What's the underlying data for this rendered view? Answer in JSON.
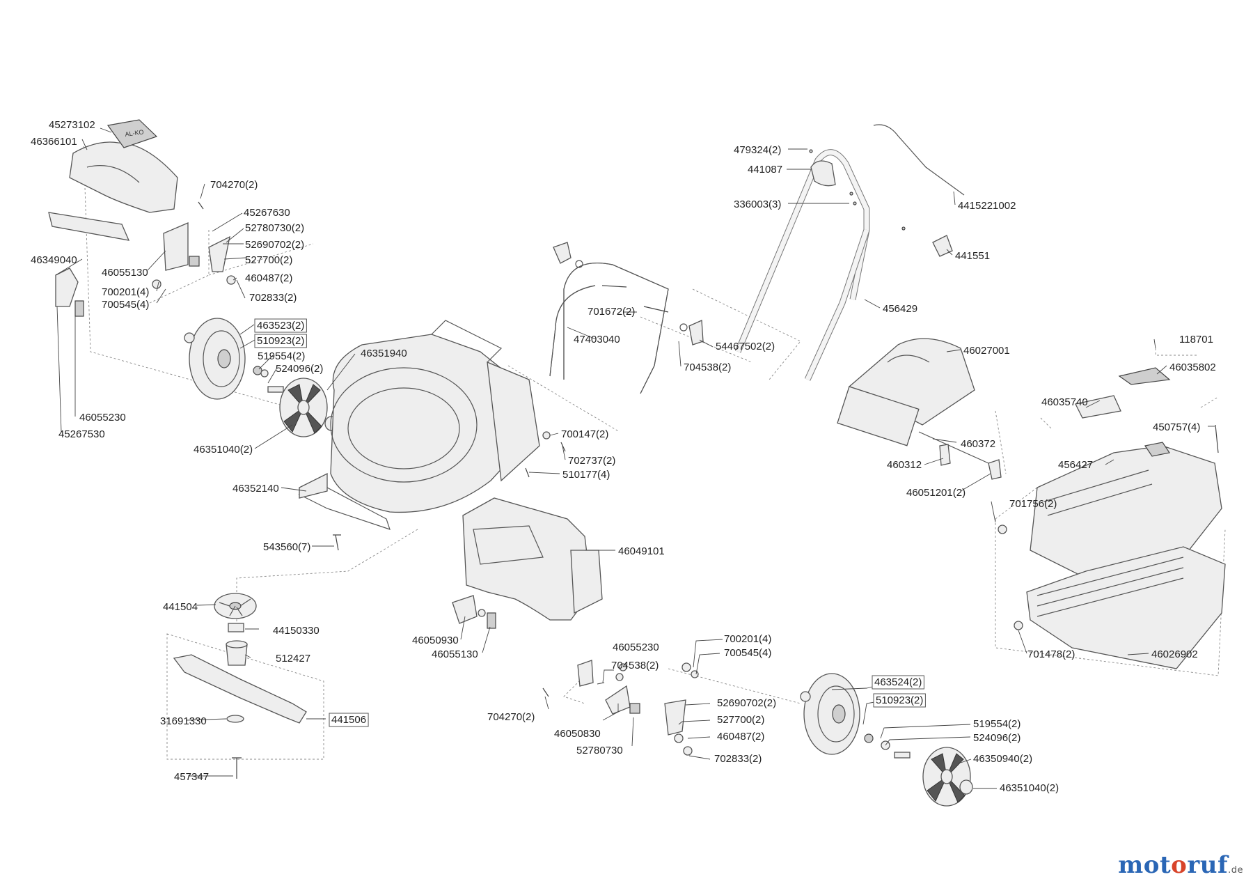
{
  "watermark": {
    "part1": "mot",
    "part2": "o",
    "part3": "ruf",
    "tld": ".de"
  },
  "parts": [
    {
      "id": "p01",
      "label": "45273102"
    },
    {
      "id": "p02",
      "label": "46366101"
    },
    {
      "id": "p03",
      "label": "704270(2)"
    },
    {
      "id": "p04",
      "label": "45267630"
    },
    {
      "id": "p05",
      "label": "52780730(2)"
    },
    {
      "id": "p06",
      "label": "52690702(2)"
    },
    {
      "id": "p07",
      "label": "527700(2)"
    },
    {
      "id": "p08",
      "label": "46349040"
    },
    {
      "id": "p09",
      "label": "46055130"
    },
    {
      "id": "p10",
      "label": "460487(2)"
    },
    {
      "id": "p11",
      "label": "700201(4)"
    },
    {
      "id": "p12",
      "label": "700545(4)"
    },
    {
      "id": "p13",
      "label": "702833(2)"
    },
    {
      "id": "p14",
      "label": "463523(2)",
      "boxed": true
    },
    {
      "id": "p15",
      "label": "510923(2)",
      "boxed": true
    },
    {
      "id": "p16",
      "label": "519554(2)"
    },
    {
      "id": "p17",
      "label": "524096(2)"
    },
    {
      "id": "p18",
      "label": "46351940"
    },
    {
      "id": "p19",
      "label": "46055230"
    },
    {
      "id": "p20",
      "label": "45267530"
    },
    {
      "id": "p21",
      "label": "46351040(2)"
    },
    {
      "id": "p22",
      "label": "46352140"
    },
    {
      "id": "p23",
      "label": "543560(7)"
    },
    {
      "id": "p24",
      "label": "441504"
    },
    {
      "id": "p25",
      "label": "44150330"
    },
    {
      "id": "p26",
      "label": "512427"
    },
    {
      "id": "p27",
      "label": "31691330"
    },
    {
      "id": "p28",
      "label": "441506",
      "boxed": true
    },
    {
      "id": "p29",
      "label": "457347"
    },
    {
      "id": "p30",
      "label": "701672(2)"
    },
    {
      "id": "p31",
      "label": "47403040"
    },
    {
      "id": "p32",
      "label": "54467502(2)"
    },
    {
      "id": "p33",
      "label": "704538(2)"
    },
    {
      "id": "p34",
      "label": "700147(2)"
    },
    {
      "id": "p35",
      "label": "702737(2)"
    },
    {
      "id": "p36",
      "label": "510177(4)"
    },
    {
      "id": "p37",
      "label": "46049101"
    },
    {
      "id": "p38",
      "label": "46050930"
    },
    {
      "id": "p39",
      "label": "46055130"
    },
    {
      "id": "p40",
      "label": "479324(2)"
    },
    {
      "id": "p41",
      "label": "441087"
    },
    {
      "id": "p42",
      "label": "336003(3)"
    },
    {
      "id": "p43",
      "label": "4415221002"
    },
    {
      "id": "p44",
      "label": "441551"
    },
    {
      "id": "p45",
      "label": "456429"
    },
    {
      "id": "p46",
      "label": "46027001"
    },
    {
      "id": "p47",
      "label": "460372"
    },
    {
      "id": "p48",
      "label": "460312"
    },
    {
      "id": "p49",
      "label": "46051201(2)"
    },
    {
      "id": "p50",
      "label": "118701"
    },
    {
      "id": "p51",
      "label": "46035802"
    },
    {
      "id": "p52",
      "label": "46035740"
    },
    {
      "id": "p53",
      "label": "450757(4)"
    },
    {
      "id": "p54",
      "label": "456427"
    },
    {
      "id": "p55",
      "label": "701756(2)"
    },
    {
      "id": "p56",
      "label": "701478(2)"
    },
    {
      "id": "p57",
      "label": "46026902"
    },
    {
      "id": "p58",
      "label": "700201(4)"
    },
    {
      "id": "p59",
      "label": "700545(4)"
    },
    {
      "id": "p60",
      "label": "46055230"
    },
    {
      "id": "p61",
      "label": "704538(2)"
    },
    {
      "id": "p62",
      "label": "704270(2)"
    },
    {
      "id": "p63",
      "label": "46050830"
    },
    {
      "id": "p64",
      "label": "52780730"
    },
    {
      "id": "p65",
      "label": "52690702(2)"
    },
    {
      "id": "p66",
      "label": "527700(2)"
    },
    {
      "id": "p67",
      "label": "460487(2)"
    },
    {
      "id": "p68",
      "label": "702833(2)"
    },
    {
      "id": "p69",
      "label": "463524(2)",
      "boxed": true
    },
    {
      "id": "p70",
      "label": "510923(2)",
      "boxed": true
    },
    {
      "id": "p71",
      "label": "519554(2)"
    },
    {
      "id": "p72",
      "label": "524096(2)"
    },
    {
      "id": "p73",
      "label": "46350940(2)"
    },
    {
      "id": "p74",
      "label": "46351040(2)"
    }
  ]
}
